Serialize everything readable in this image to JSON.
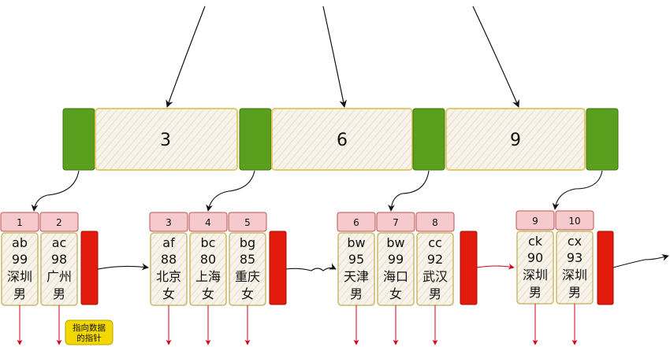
{
  "internal_node": {
    "keys": [
      "3",
      "6",
      "9"
    ],
    "pointer_color": "#5aa01e",
    "key_fill": "#f6f1e4",
    "key_border": "#e3c96a"
  },
  "leaf_style": {
    "index_fill": "#f6c9cc",
    "index_border": "#b85450",
    "record_fill": "#f6f1e4",
    "record_border": "#cdb76a",
    "next_pointer_color": "#e21b0c",
    "data_pointer_color": "#d0021b"
  },
  "leaves": [
    {
      "records": [
        {
          "index": "1",
          "code": "ab",
          "value": "99",
          "city": "深圳",
          "gender": "男"
        },
        {
          "index": "2",
          "code": "ac",
          "value": "98",
          "city": "广州",
          "gender": "男"
        }
      ]
    },
    {
      "records": [
        {
          "index": "3",
          "code": "af",
          "value": "88",
          "city": "北京",
          "gender": "女"
        },
        {
          "index": "4",
          "code": "bc",
          "value": "80",
          "city": "上海",
          "gender": "女"
        },
        {
          "index": "5",
          "code": "bg",
          "value": "85",
          "city": "重庆",
          "gender": "女"
        }
      ]
    },
    {
      "records": [
        {
          "index": "6",
          "code": "bw",
          "value": "95",
          "city": "天津",
          "gender": "男"
        },
        {
          "index": "7",
          "code": "bw",
          "value": "99",
          "city": "海口",
          "gender": "女"
        },
        {
          "index": "8",
          "code": "cc",
          "value": "92",
          "city": "武汉",
          "gender": "男"
        }
      ]
    },
    {
      "records": [
        {
          "index": "9",
          "code": "ck",
          "value": "90",
          "city": "深圳",
          "gender": "男"
        },
        {
          "index": "10",
          "code": "cx",
          "value": "93",
          "city": "深圳",
          "gender": "男"
        }
      ]
    }
  ],
  "annotation": {
    "text_line1": "指向数据",
    "text_line2": "的指针",
    "fill": "#f2d800"
  }
}
